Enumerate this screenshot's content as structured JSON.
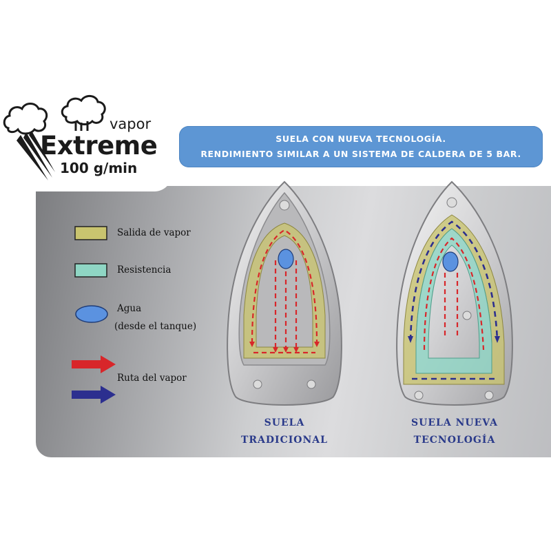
{
  "banner": {
    "line1": "SUELA CON NUEVA TECNOLOGÍA.",
    "line2": "RENDIMIENTO SIMILAR A UN SISTEMA DE CALDERA DE 5 BAR.",
    "color": "#5d96d4"
  },
  "logo": {
    "word_vapor": "vapor",
    "word_extreme": "Extreme",
    "rate": "100 g/min",
    "icon": "steam-cloud-icon"
  },
  "legend": {
    "steam_outlet": {
      "label": "Salida de vapor",
      "color": "#c9c46f"
    },
    "heater": {
      "label": "Resistencia",
      "color": "#8fd6c4"
    },
    "water": {
      "label_line1": "Agua",
      "label_line2": "(desde el tanque)",
      "color": "#5b92e0"
    },
    "steam_route": {
      "label": "Ruta del vapor",
      "arrow_red": "#d8262a",
      "arrow_blue": "#2c2f8f"
    }
  },
  "soleplates": {
    "traditional": {
      "caption_line1": "SUELA",
      "caption_line2": "TRADICIONAL"
    },
    "new": {
      "caption_line1": "SUELA NUEVA",
      "caption_line2": "TECNOLOGÍA"
    }
  }
}
